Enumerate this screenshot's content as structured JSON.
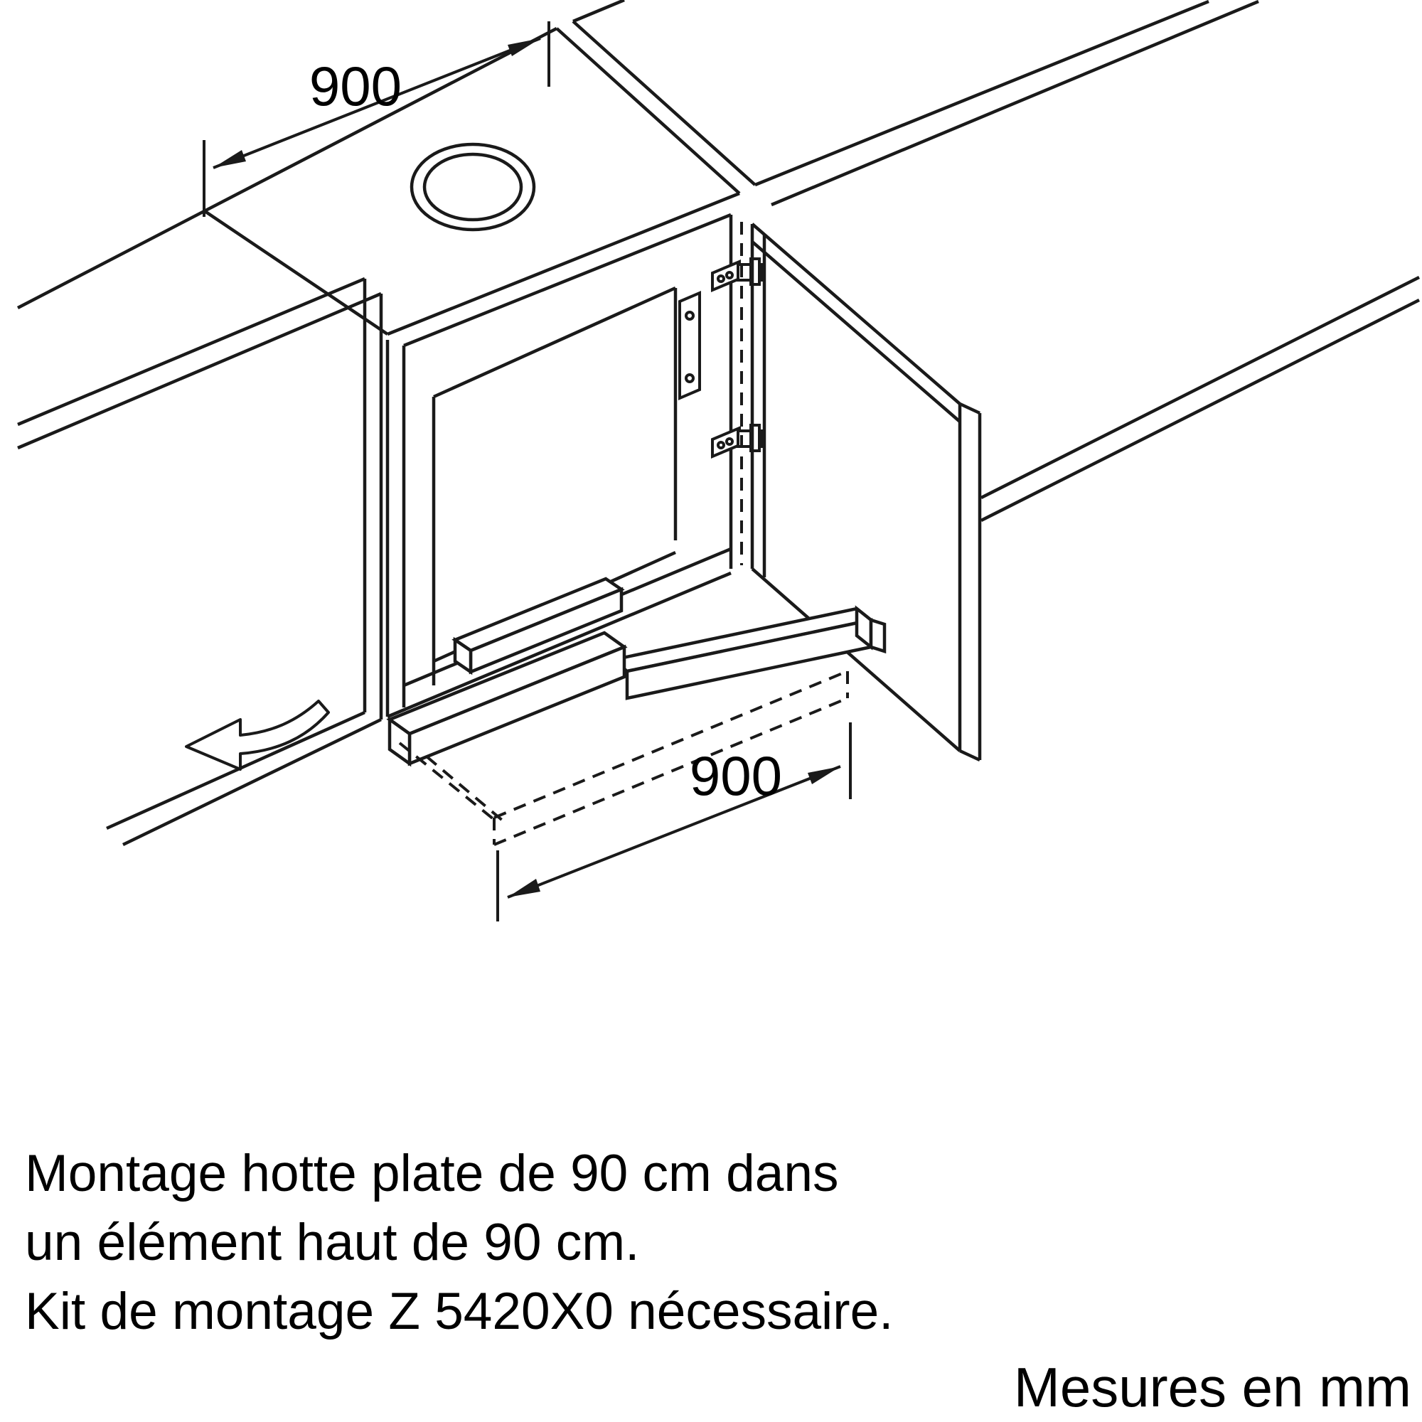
{
  "diagram": {
    "dim_top": "900",
    "dim_bottom": "900",
    "caption_line1": "Montage hotte plate de 90 cm dans",
    "caption_line2": "un élément haut de 90 cm.",
    "caption_line3": "Kit de montage Z 5420X0 nécessaire.",
    "units_note": "Mesures en mm"
  },
  "colors": {
    "line": "#1a1a1a",
    "background": "#ffffff"
  }
}
